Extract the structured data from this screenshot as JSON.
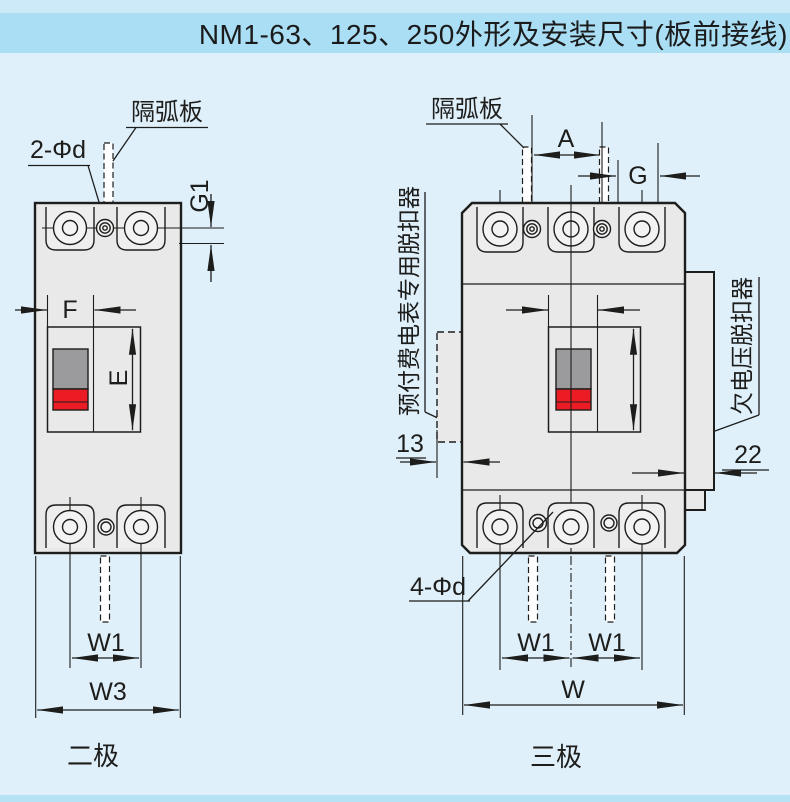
{
  "title": "NM1-63、125、250外形及安装尺寸(板前接线)",
  "colors": {
    "background": "#dff0fb",
    "title_band": "#a9def5",
    "line": "#1d1d1b",
    "breaker_body": "#e9e9e9",
    "handle_grey": "#9b9b9d",
    "handle_red": "#ec1c24"
  },
  "left_diagram": {
    "caption": "二极",
    "labels": {
      "arc_plate": "隔弧板",
      "mount_holes": "2-Φd",
      "g1": "G1",
      "f": "F",
      "e": "E",
      "w1": "W1",
      "w3": "W3"
    }
  },
  "right_diagram": {
    "caption": "三极",
    "labels": {
      "arc_plate": "隔弧板",
      "a": "A",
      "g": "G",
      "prepaid_meter_release": "预付费电表专用脱扣器",
      "undervoltage_release": "欠电压脱扣器",
      "dim_13": "13",
      "dim_22": "22",
      "mount_holes": "4-Φd",
      "w1_left": "W1",
      "w1_right": "W1",
      "w": "W"
    }
  }
}
